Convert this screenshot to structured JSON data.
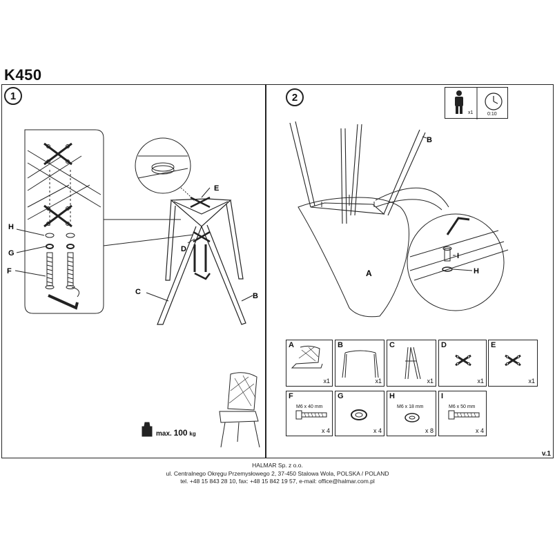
{
  "document": {
    "code": "K450",
    "version": "v.1"
  },
  "step1": {
    "number": "1",
    "labels": {
      "h": "H",
      "g": "G",
      "f": "F",
      "e": "E",
      "d": "D",
      "c": "C",
      "b": "B"
    },
    "max_load_prefix": "max.",
    "max_load_value": "100",
    "max_load_unit": "kg"
  },
  "step2": {
    "number": "2",
    "labels": {
      "a": "A",
      "b": "B",
      "i": "I",
      "h": "H"
    },
    "people_count": "x1",
    "time": "0:10"
  },
  "parts": [
    {
      "letter": "A",
      "qty": "x1",
      "spec": "",
      "icon": "seat-icon"
    },
    {
      "letter": "B",
      "qty": "x1",
      "spec": "",
      "icon": "leg-frame-icon"
    },
    {
      "letter": "C",
      "qty": "x1",
      "spec": "",
      "icon": "leg-pair-icon"
    },
    {
      "letter": "D",
      "qty": "x1",
      "spec": "",
      "icon": "cross-bracket-icon"
    },
    {
      "letter": "E",
      "qty": "x1",
      "spec": "",
      "icon": "cross-bracket-icon"
    },
    {
      "letter": "F",
      "qty": "x 4",
      "spec": "M6   x 40  mm",
      "icon": "bolt-icon"
    },
    {
      "letter": "G",
      "qty": "x 4",
      "spec": "",
      "icon": "spring-washer-icon"
    },
    {
      "letter": "H",
      "qty": "x 8",
      "spec": "M6   x 18  mm",
      "icon": "washer-icon"
    },
    {
      "letter": "I",
      "qty": "x 4",
      "spec": "M6   x 50  mm",
      "icon": "bolt-icon"
    }
  ],
  "footer": {
    "company": "HALMAR Sp. z o.o.",
    "address": "ul. Centralnego Okręgu Przemysłowego 2, 37-450 Stalowa Wola, POLSKA / POLAND",
    "contact": "tel. +48 15 843 28 10, fax: +48 15 842 19 57, e-mail: office@halmar.com.pl"
  }
}
